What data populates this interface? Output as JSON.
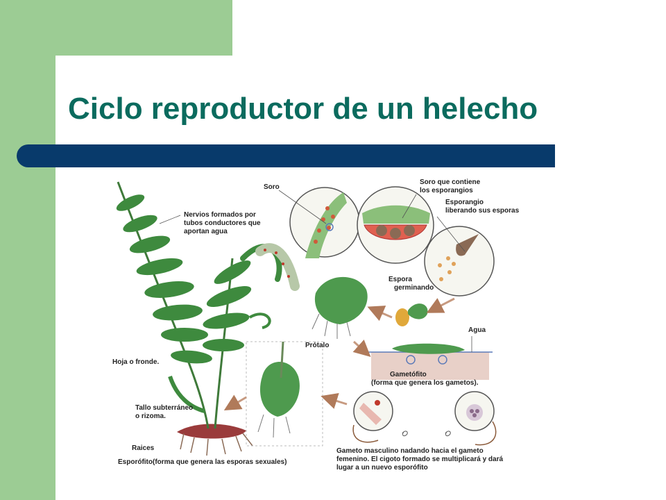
{
  "slide": {
    "title": "Ciclo reproductor de un helecho",
    "colors": {
      "band": "#9ccc94",
      "title": "#0b6b5e",
      "bar": "#083a6b"
    }
  },
  "diagram": {
    "labels": {
      "soro": "Soro",
      "soro_contiene_1": "Soro que contiene",
      "soro_contiene_2": "los esporangios",
      "nervios_1": "Nervios formados por",
      "nervios_2": "tubos conductores que",
      "nervios_3": "aportan agua",
      "esporangio_1": "Esporangio",
      "esporangio_2": "liberando sus esporas",
      "espora_1": "Espora",
      "espora_2": "germinando",
      "agua": "Agua",
      "protalo": "Prótalo",
      "hoja": "Hoja o fronde.",
      "gametofito_1": "Gametófito",
      "gametofito_2": "(forma que genera los gametos).",
      "tallo_1": "Tallo subterráneo",
      "tallo_2": "o rizoma.",
      "raices": "Raices",
      "esporofito": "Esporófito(forma que genera las esporas sexuales)",
      "gameto_1": "Gameto masculino nadando hacia el gameto",
      "gameto_2": "femenino. El cigoto formado se multiplicará y dará",
      "gameto_3": "lugar a un nuevo esporófito"
    }
  }
}
